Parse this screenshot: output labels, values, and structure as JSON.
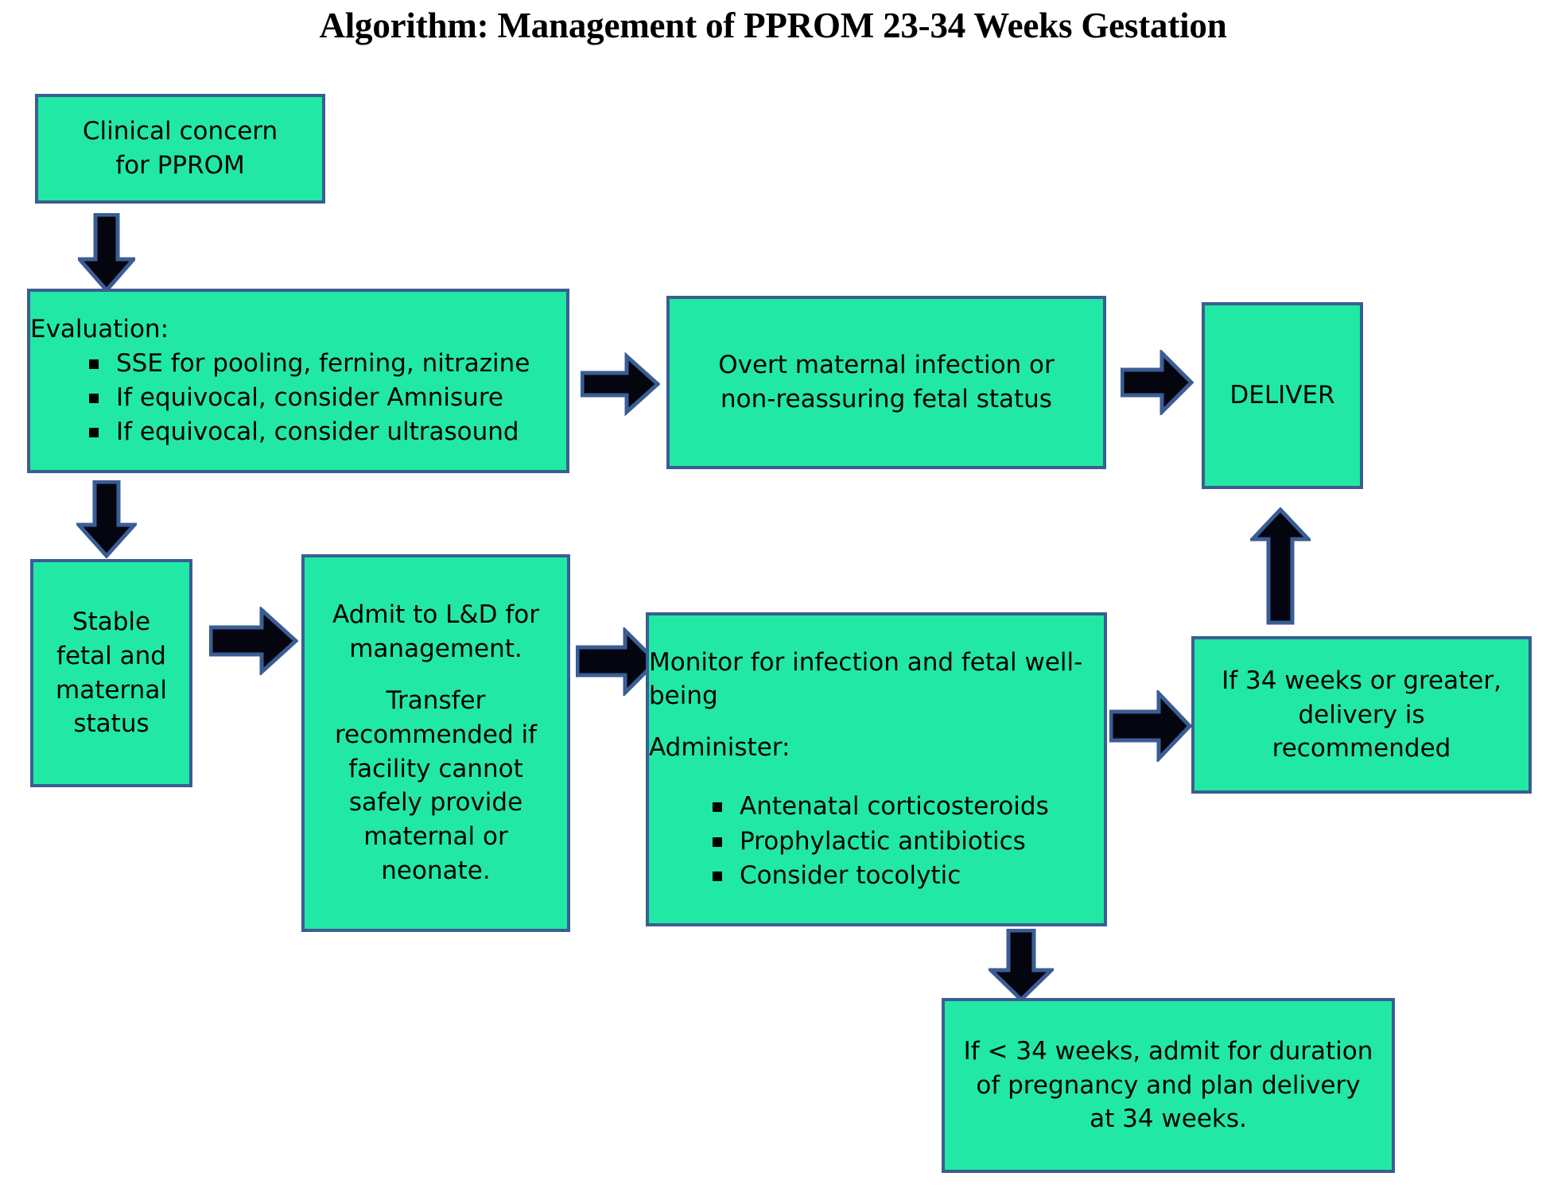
{
  "title": "Algorithm: Management of PPROM 23-34 Weeks Gestation",
  "colors": {
    "node_fill": "#22E8A5",
    "node_border": "#3A5D94",
    "arrow_fill": "#050510",
    "arrow_stroke": "#3A5D94",
    "text": "#000000",
    "background": "#FFFFFF"
  },
  "nodes": {
    "clinical_concern": {
      "line1": "Clinical concern",
      "line2": "for PPROM"
    },
    "evaluation": {
      "heading": "Evaluation:",
      "bullets": [
        "SSE for pooling, ferning, nitrazine",
        "If equivocal, consider Amnisure",
        "If equivocal, consider ultrasound"
      ]
    },
    "overt_infection": {
      "line1": "Overt maternal infection or",
      "line2": "non-reassuring fetal status"
    },
    "deliver": {
      "label": "DELIVER"
    },
    "stable_status": {
      "line1": "Stable",
      "line2": "fetal and",
      "line3": "maternal",
      "line4": "status"
    },
    "admit_ld": {
      "para1": "Admit to L&D for management.",
      "para2": "Transfer recommended if facility cannot safely provide maternal or neonate."
    },
    "monitor": {
      "line1": "Monitor for infection and fetal well-being",
      "line2": "Administer:",
      "bullets": [
        "Antenatal corticosteroids",
        "Prophylactic antibiotics",
        "Consider tocolytic"
      ]
    },
    "ge34_weeks": {
      "line1": "If 34 weeks or greater,",
      "line2": "delivery is",
      "line3": "recommended"
    },
    "lt34_weeks": {
      "line1": "If < 34 weeks, admit for duration",
      "line2": "of pregnancy and plan delivery",
      "line3": "at 34 weeks."
    }
  },
  "arrows": [
    {
      "name": "arrow-clinical-to-evaluation",
      "direction": "down"
    },
    {
      "name": "arrow-evaluation-to-overt-infection",
      "direction": "right"
    },
    {
      "name": "arrow-overt-infection-to-deliver",
      "direction": "right"
    },
    {
      "name": "arrow-evaluation-to-stable",
      "direction": "down"
    },
    {
      "name": "arrow-stable-to-admit",
      "direction": "right"
    },
    {
      "name": "arrow-admit-to-monitor",
      "direction": "right"
    },
    {
      "name": "arrow-monitor-to-ge34",
      "direction": "right"
    },
    {
      "name": "arrow-ge34-to-deliver",
      "direction": "up"
    },
    {
      "name": "arrow-monitor-to-lt34",
      "direction": "down"
    }
  ]
}
